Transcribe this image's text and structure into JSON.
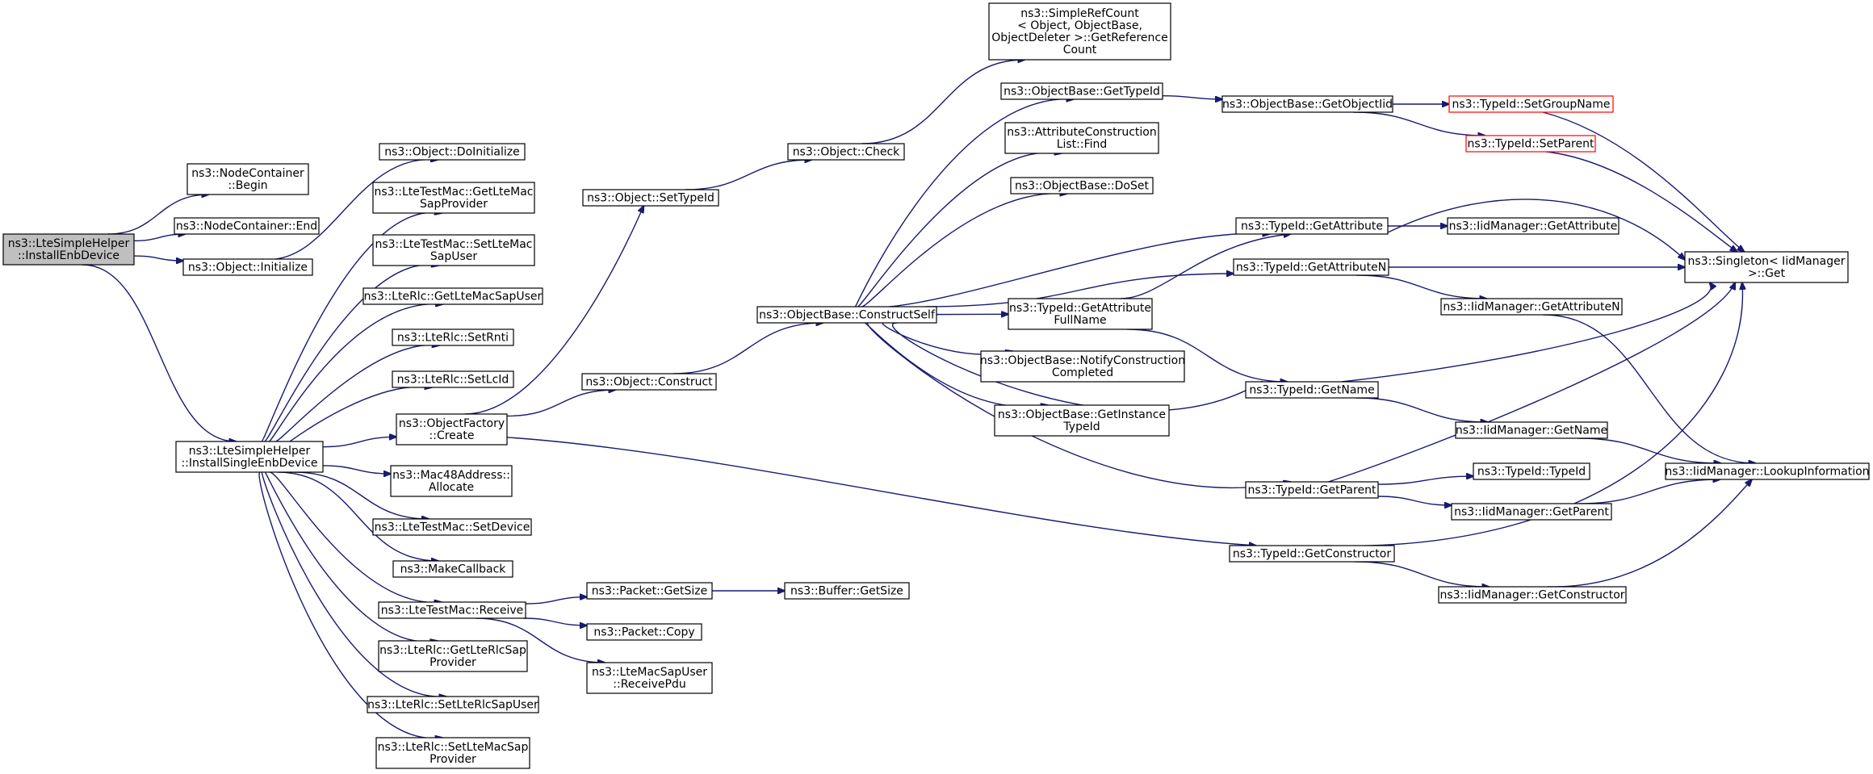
{
  "nodes": [
    {
      "id": "root",
      "lines": [
        "ns3::LteSimpleHelper",
        "::InstallEnbDevice"
      ],
      "style": "root"
    },
    {
      "id": "nc_begin",
      "lines": [
        "ns3::NodeContainer",
        "::Begin"
      ]
    },
    {
      "id": "nc_end",
      "lines": [
        "ns3::NodeContainer::End"
      ]
    },
    {
      "id": "obj_init",
      "lines": [
        "ns3::Object::Initialize"
      ]
    },
    {
      "id": "single",
      "lines": [
        "ns3::LteSimpleHelper",
        "::InstallSingleEnbDevice"
      ]
    },
    {
      "id": "obj_doinit",
      "lines": [
        "ns3::Object::DoInitialize"
      ]
    },
    {
      "id": "getltemacsapprov",
      "lines": [
        "ns3::LteTestMac::GetLteMac",
        "SapProvider"
      ]
    },
    {
      "id": "setltemacsapuser",
      "lines": [
        "ns3::LteTestMac::SetLteMac",
        "SapUser"
      ]
    },
    {
      "id": "rlc_getmacsapuser",
      "lines": [
        "ns3::LteRlc::GetLteMacSapUser"
      ]
    },
    {
      "id": "rlc_setrnti",
      "lines": [
        "ns3::LteRlc::SetRnti"
      ]
    },
    {
      "id": "rlc_setlcid",
      "lines": [
        "ns3::LteRlc::SetLcId"
      ]
    },
    {
      "id": "objfactory_create",
      "lines": [
        "ns3::ObjectFactory",
        "::Create"
      ]
    },
    {
      "id": "mac48_alloc",
      "lines": [
        "ns3::Mac48Address::",
        "Allocate"
      ]
    },
    {
      "id": "mac_setdevice",
      "lines": [
        "ns3::LteTestMac::SetDevice"
      ]
    },
    {
      "id": "makecallback",
      "lines": [
        "ns3::MakeCallback"
      ]
    },
    {
      "id": "mac_receive",
      "lines": [
        "ns3::LteTestMac::Receive"
      ]
    },
    {
      "id": "rlc_getrlcsapprov",
      "lines": [
        "ns3::LteRlc::GetLteRlcSap",
        "Provider"
      ]
    },
    {
      "id": "rlc_setrlcsapuser",
      "lines": [
        "ns3::LteRlc::SetLteRlcSapUser"
      ]
    },
    {
      "id": "rlc_setmacsapprov",
      "lines": [
        "ns3::LteRlc::SetLteMacSap",
        "Provider"
      ]
    },
    {
      "id": "obj_settypeid",
      "lines": [
        "ns3::Object::SetTypeId"
      ]
    },
    {
      "id": "obj_construct",
      "lines": [
        "ns3::Object::Construct"
      ]
    },
    {
      "id": "obj_check",
      "lines": [
        "ns3::Object::Check"
      ]
    },
    {
      "id": "pkt_getsize",
      "lines": [
        "ns3::Packet::GetSize"
      ]
    },
    {
      "id": "pkt_copy",
      "lines": [
        "ns3::Packet::Copy"
      ]
    },
    {
      "id": "macsapuser_rxpdu",
      "lines": [
        "ns3::LteMacSapUser",
        "::ReceivePdu"
      ]
    },
    {
      "id": "buf_getsize",
      "lines": [
        "ns3::Buffer::GetSize"
      ]
    },
    {
      "id": "simplerefcount",
      "lines": [
        "ns3::SimpleRefCount",
        "< Object, ObjectBase,",
        "ObjectDeleter >::GetReference",
        "Count"
      ]
    },
    {
      "id": "constructself",
      "lines": [
        "ns3::ObjectBase::ConstructSelf"
      ]
    },
    {
      "id": "ob_gettypeid",
      "lines": [
        "ns3::ObjectBase::GetTypeId"
      ]
    },
    {
      "id": "acl_find",
      "lines": [
        "ns3::AttributeConstruction",
        "List::Find"
      ]
    },
    {
      "id": "ob_doset",
      "lines": [
        "ns3::ObjectBase::DoSet"
      ]
    },
    {
      "id": "tid_getattrfullname",
      "lines": [
        "ns3::TypeId::GetAttribute",
        "FullName"
      ]
    },
    {
      "id": "ob_notify",
      "lines": [
        "ns3::ObjectBase::NotifyConstruction",
        "Completed"
      ]
    },
    {
      "id": "ob_getinstance",
      "lines": [
        "ns3::ObjectBase::GetInstance",
        "TypeId"
      ]
    },
    {
      "id": "ob_getobjectiid",
      "lines": [
        "ns3::ObjectBase::GetObjectIid"
      ]
    },
    {
      "id": "tid_getattribute",
      "lines": [
        "ns3::TypeId::GetAttribute"
      ]
    },
    {
      "id": "tid_getattributen",
      "lines": [
        "ns3::TypeId::GetAttributeN"
      ]
    },
    {
      "id": "tid_getname",
      "lines": [
        "ns3::TypeId::GetName"
      ]
    },
    {
      "id": "tid_getparent",
      "lines": [
        "ns3::TypeId::GetParent"
      ]
    },
    {
      "id": "tid_getconstructor",
      "lines": [
        "ns3::TypeId::GetConstructor"
      ]
    },
    {
      "id": "tid_setgroupname",
      "lines": [
        "ns3::TypeId::SetGroupName"
      ],
      "style": "red"
    },
    {
      "id": "tid_setparent",
      "lines": [
        "ns3::TypeId::SetParent"
      ],
      "style": "red"
    },
    {
      "id": "iid_getattribute",
      "lines": [
        "ns3::IidManager::GetAttribute"
      ]
    },
    {
      "id": "iid_getattributen",
      "lines": [
        "ns3::IidManager::GetAttributeN"
      ]
    },
    {
      "id": "iid_getname",
      "lines": [
        "ns3::IidManager::GetName"
      ]
    },
    {
      "id": "tid_typeid",
      "lines": [
        "ns3::TypeId::TypeId"
      ]
    },
    {
      "id": "iid_getparent",
      "lines": [
        "ns3::IidManager::GetParent"
      ]
    },
    {
      "id": "iid_getconstructor",
      "lines": [
        "ns3::IidManager::GetConstructor"
      ]
    },
    {
      "id": "singleton_get",
      "lines": [
        "ns3::Singleton< IidManager",
        ">::Get"
      ]
    },
    {
      "id": "iid_lookup",
      "lines": [
        "ns3::IidManager::LookupInformation"
      ]
    }
  ],
  "edges": [
    [
      "root",
      "nc_begin"
    ],
    [
      "root",
      "nc_end"
    ],
    [
      "root",
      "obj_init"
    ],
    [
      "root",
      "single"
    ],
    [
      "obj_init",
      "obj_doinit"
    ],
    [
      "single",
      "getltemacsapprov"
    ],
    [
      "single",
      "setltemacsapuser"
    ],
    [
      "single",
      "rlc_getmacsapuser"
    ],
    [
      "single",
      "rlc_setrnti"
    ],
    [
      "single",
      "rlc_setlcid"
    ],
    [
      "single",
      "objfactory_create"
    ],
    [
      "single",
      "mac48_alloc"
    ],
    [
      "single",
      "mac_setdevice"
    ],
    [
      "single",
      "makecallback"
    ],
    [
      "single",
      "mac_receive"
    ],
    [
      "single",
      "rlc_getrlcsapprov"
    ],
    [
      "single",
      "rlc_setrlcsapuser"
    ],
    [
      "single",
      "rlc_setmacsapprov"
    ],
    [
      "objfactory_create",
      "obj_settypeid"
    ],
    [
      "objfactory_create",
      "obj_construct"
    ],
    [
      "objfactory_create",
      "tid_getconstructor"
    ],
    [
      "obj_settypeid",
      "obj_check"
    ],
    [
      "obj_check",
      "simplerefcount"
    ],
    [
      "obj_construct",
      "constructself"
    ],
    [
      "mac_receive",
      "pkt_getsize"
    ],
    [
      "mac_receive",
      "pkt_copy"
    ],
    [
      "mac_receive",
      "macsapuser_rxpdu"
    ],
    [
      "pkt_getsize",
      "buf_getsize"
    ],
    [
      "constructself",
      "ob_gettypeid"
    ],
    [
      "constructself",
      "acl_find"
    ],
    [
      "constructself",
      "ob_doset"
    ],
    [
      "constructself",
      "tid_getattribute"
    ],
    [
      "constructself",
      "tid_getattributen"
    ],
    [
      "constructself",
      "tid_getattrfullname"
    ],
    [
      "constructself",
      "ob_notify"
    ],
    [
      "constructself",
      "ob_getinstance"
    ],
    [
      "constructself",
      "tid_getname"
    ],
    [
      "constructself",
      "tid_getparent"
    ],
    [
      "ob_gettypeid",
      "ob_getobjectiid"
    ],
    [
      "ob_getobjectiid",
      "tid_setgroupname"
    ],
    [
      "ob_getobjectiid",
      "tid_setparent"
    ],
    [
      "tid_getattrfullname",
      "tid_getattribute"
    ],
    [
      "tid_getattrfullname",
      "tid_getname"
    ],
    [
      "tid_getattribute",
      "iid_getattribute"
    ],
    [
      "tid_getattribute",
      "singleton_get"
    ],
    [
      "tid_getattributen",
      "singleton_get"
    ],
    [
      "tid_getattributen",
      "iid_getattributen"
    ],
    [
      "tid_getname",
      "singleton_get"
    ],
    [
      "tid_getname",
      "iid_getname"
    ],
    [
      "tid_getparent",
      "singleton_get"
    ],
    [
      "tid_getparent",
      "tid_typeid"
    ],
    [
      "tid_getparent",
      "iid_getparent"
    ],
    [
      "tid_getconstructor",
      "singleton_get"
    ],
    [
      "tid_getconstructor",
      "iid_getconstructor"
    ],
    [
      "tid_setgroupname",
      "singleton_get"
    ],
    [
      "tid_setparent",
      "singleton_get"
    ],
    [
      "iid_getattributen",
      "iid_lookup"
    ],
    [
      "iid_getname",
      "iid_lookup"
    ],
    [
      "iid_getparent",
      "iid_lookup"
    ],
    [
      "iid_getconstructor",
      "iid_lookup"
    ]
  ],
  "colors": {
    "edge": "#191970",
    "root_fill": "#bfbfbf",
    "highlight_border": "#ff0000"
  }
}
